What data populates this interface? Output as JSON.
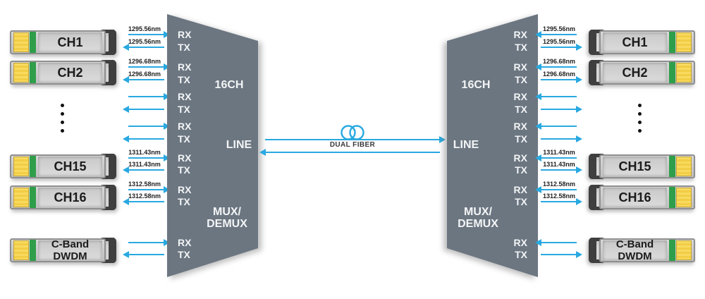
{
  "mux_unit": {
    "capacity_label": "16CH",
    "line_label": "LINE",
    "mux_label": "MUX/",
    "demux_label": "DEMUX",
    "rx_label": "RX",
    "tx_label": "TX"
  },
  "link": {
    "label": "DUAL FIBER"
  },
  "channels": [
    {
      "name": "CH1",
      "wavelength": "1295.56nm"
    },
    {
      "name": "CH2",
      "wavelength": "1296.68nm"
    },
    {
      "name": "CH15",
      "wavelength": "1311.43nm"
    },
    {
      "name": "CH16",
      "wavelength": "1312.58nm"
    }
  ],
  "cband_transceiver": {
    "line1": "C-Band",
    "line2": "DWDM"
  },
  "colors": {
    "arrow": "#29a9e1",
    "mux_body": "#6c7681",
    "transceiver_yellow": "#f2cd45",
    "transceiver_green": "#2f9e4a",
    "bracket_dark": "#3f3f3f"
  }
}
